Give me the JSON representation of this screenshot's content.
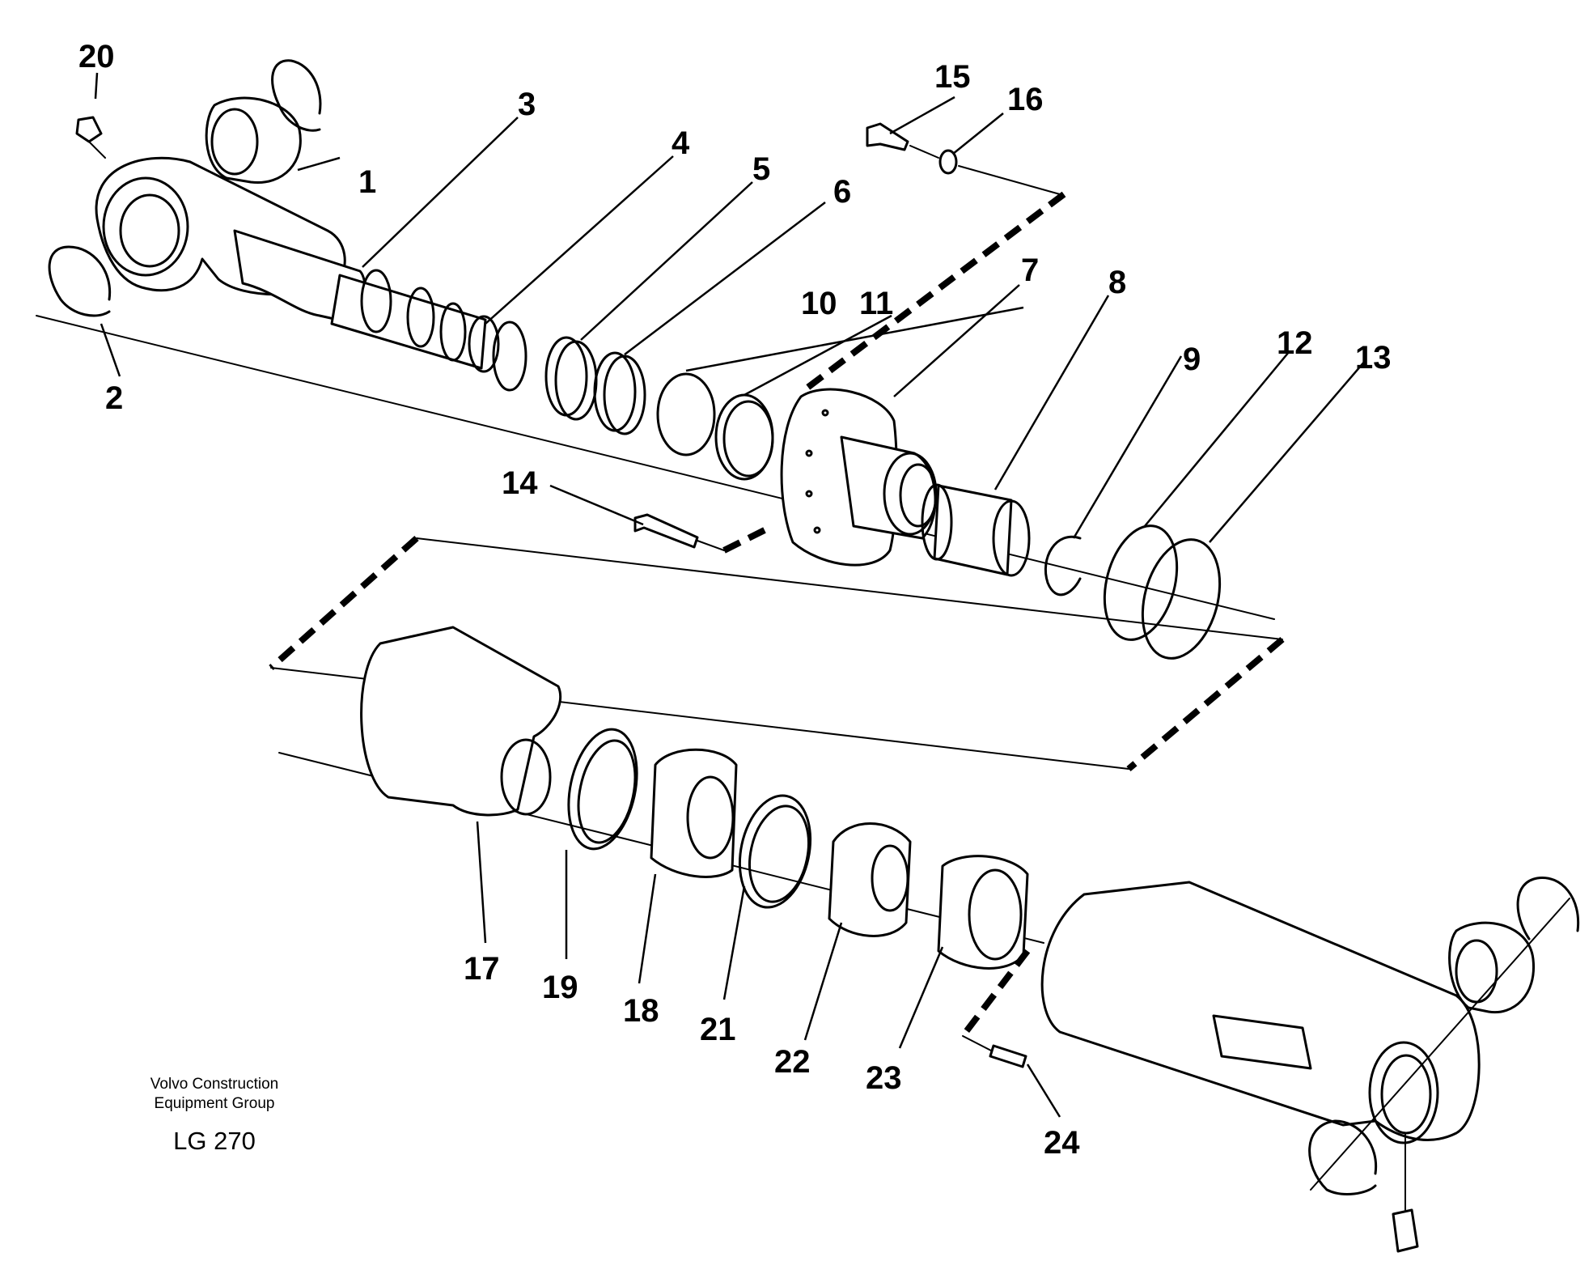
{
  "callouts": [
    "1",
    "2",
    "3",
    "4",
    "5",
    "6",
    "7",
    "8",
    "9",
    "10",
    "11",
    "12",
    "13",
    "14",
    "15",
    "16",
    "17",
    "18",
    "19",
    "20",
    "21",
    "22",
    "23",
    "24"
  ],
  "company": {
    "line1": "Volvo Construction",
    "line2": "Equipment Group"
  },
  "drawing_code": "LG 270"
}
